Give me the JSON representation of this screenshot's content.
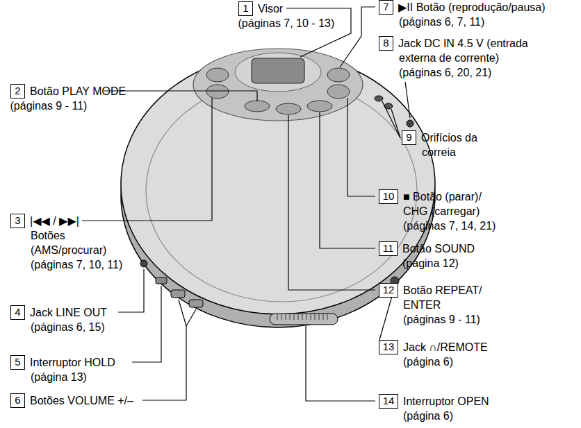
{
  "diagram": {
    "nodes": [
      {
        "text": [
          "1",
          "Visor",
          "(páginas 7, 10 - 13)"
        ]
      },
      {
        "text": [
          "2",
          "Botão PLAY MODE",
          "(páginas 9 - 11)"
        ]
      },
      {
        "text": [
          "3",
          "|◀◀ / ▶▶|",
          "Botões",
          "(AMS/procurar)",
          "(páginas 7, 10, 11)"
        ]
      },
      {
        "text": [
          "4",
          "Jack LINE OUT",
          "(páginas 6, 15)"
        ]
      },
      {
        "text": [
          "5",
          "Interruptor HOLD",
          "(página 13)"
        ]
      },
      {
        "text": [
          "6",
          "Botões VOLUME +/–"
        ]
      },
      {
        "text": [
          "7",
          "▶II Botão (reprodução/pausa)",
          "(páginas 6, 7, 11)"
        ]
      },
      {
        "text": [
          "8",
          "Jack DC IN 4.5 V (entrada",
          "externa de corrente)",
          "(páginas 6, 20, 21)"
        ]
      },
      {
        "text": [
          "9",
          "Orifícios da",
          "correia"
        ]
      },
      {
        "text": [
          "10",
          "■ Botão (parar)/",
          "CHG (carregar)",
          "(páginas 7, 14, 21)"
        ]
      },
      {
        "text": [
          "11",
          "Botão SOUND",
          "(página 12)"
        ]
      },
      {
        "text": [
          "12",
          "Botão REPEAT/",
          "ENTER",
          "(páginas 9 - 11)"
        ]
      },
      {
        "text": [
          "13",
          "Jack ∩/REMOTE",
          "(página 6)"
        ]
      },
      {
        "text": [
          "14",
          "Interruptor OPEN",
          "(página 6)"
        ]
      }
    ]
  }
}
